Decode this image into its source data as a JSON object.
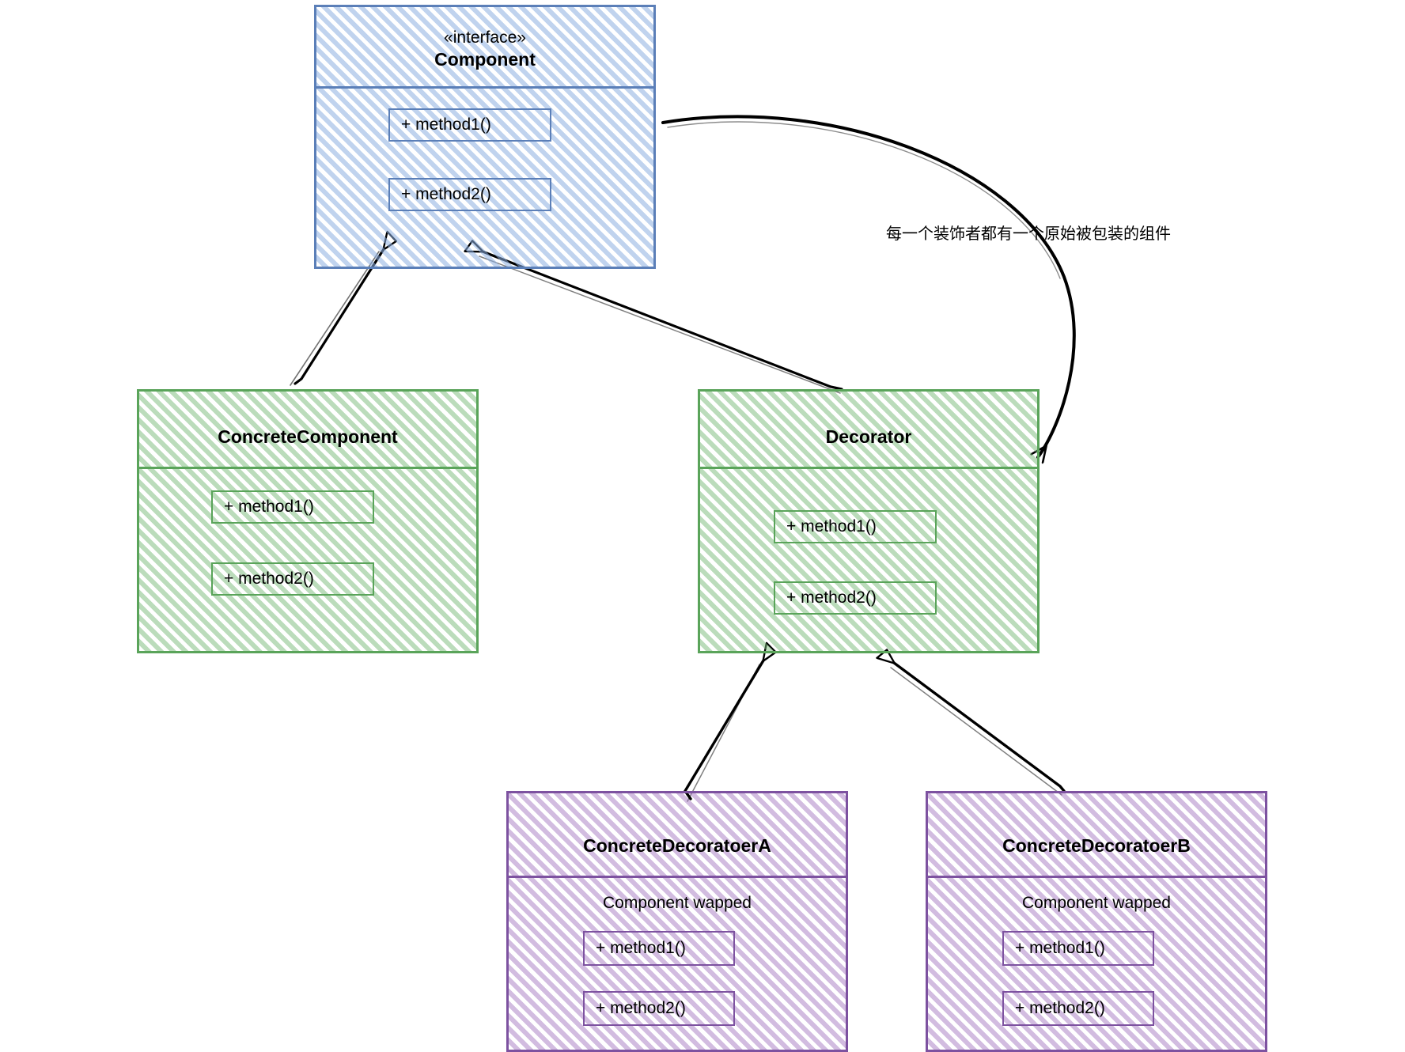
{
  "diagram": {
    "title": "Decorator Pattern UML Class Diagram",
    "colors": {
      "interface_border": "#5b7fb8",
      "abstract_border": "#5aa45a",
      "concrete_border": "#7d52a0",
      "line": "#000000",
      "background": "#ffffff"
    }
  },
  "classes": {
    "component": {
      "stereotype": "«interface»",
      "name": "Component",
      "methods": [
        "+ method1()",
        "+ method2()"
      ]
    },
    "concrete_component": {
      "name": "ConcreteComponent",
      "methods": [
        "+ method1()",
        "+ method2()"
      ]
    },
    "decorator": {
      "name": "Decorator",
      "methods": [
        "+ method1()",
        "+ method2()"
      ]
    },
    "concrete_decorator_a": {
      "name": "ConcreteDecoratoerA",
      "field": "Component wapped",
      "methods": [
        "+ method1()",
        "+ method2()"
      ]
    },
    "concrete_decorator_b": {
      "name": "ConcreteDecoratoerB",
      "field": "Component wapped",
      "methods": [
        "+ method1()",
        "+ method2()"
      ]
    }
  },
  "relationships": {
    "association_label": "每一个装饰者都有一个原始被包装的组件",
    "generalizations": [
      {
        "from": "ConcreteComponent",
        "to": "Component"
      },
      {
        "from": "Decorator",
        "to": "Component"
      },
      {
        "from": "ConcreteDecoratoerA",
        "to": "Decorator"
      },
      {
        "from": "ConcreteDecoratoerB",
        "to": "Decorator"
      }
    ],
    "associations": [
      {
        "from": "Decorator",
        "to": "Component",
        "label": "每一个装饰者都有一个原始被包装的组件"
      }
    ]
  }
}
